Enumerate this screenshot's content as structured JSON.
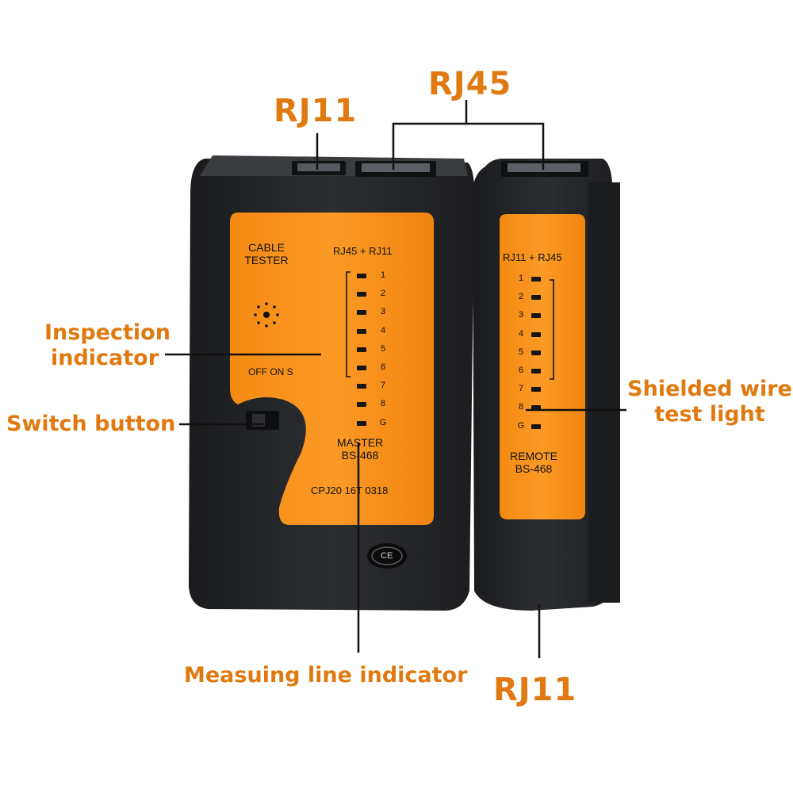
{
  "callouts": {
    "rj11_top": "RJ11",
    "rj45_top": "RJ45",
    "inspection_line1": "Inspection",
    "inspection_line2": "indicator",
    "switch": "Switch button",
    "shielded_line1": "Shielded wire",
    "shielded_line2": "test light",
    "measuring": "Measuing line indicator",
    "rj11_bottom": "RJ11"
  },
  "master": {
    "title_line1": "CABLE",
    "title_line2": "TESTER",
    "ports_label": "RJ45 + RJ11",
    "switch_label": "OFF ON S",
    "model_line1": "MASTER",
    "model_line2": "BS-468",
    "serial": "CPJ20 16T 0318",
    "ce_mark": "CE",
    "leds": [
      "1",
      "2",
      "3",
      "4",
      "5",
      "6",
      "7",
      "8",
      "G"
    ]
  },
  "remote": {
    "ports_label": "RJ11 + RJ45",
    "model_line1": "REMOTE",
    "model_line2": "BS-468",
    "leds": [
      "1",
      "2",
      "3",
      "4",
      "5",
      "6",
      "7",
      "8",
      "G"
    ]
  },
  "colors": {
    "callout_text": "#e07a10",
    "panel_orange": "#f7931e",
    "housing": "#232528"
  },
  "icons": [
    "sun-icon",
    "ce-mark-icon",
    "rj45-port-icon",
    "rj11-port-icon",
    "slide-switch-icon"
  ]
}
